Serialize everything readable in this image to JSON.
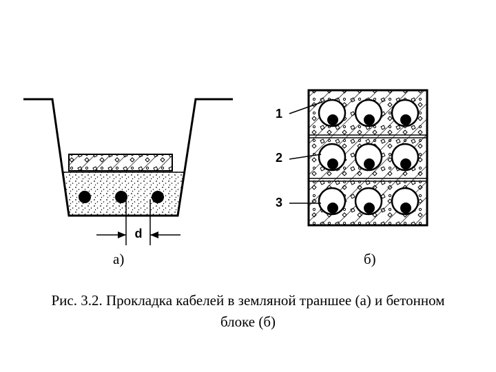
{
  "labels": {
    "dimension": "d",
    "callout_1": "1",
    "callout_2": "2",
    "callout_3": "3",
    "sub_a": "а)",
    "sub_b": "б)"
  },
  "caption": {
    "line1": "Рис. 3.2. Прокладка кабелей в земляной траншее (а) и бетонном",
    "line2": "блоке (б)"
  },
  "trench": {
    "cable_count": 3
  },
  "concrete_block": {
    "rows": 3,
    "columns": 3
  }
}
